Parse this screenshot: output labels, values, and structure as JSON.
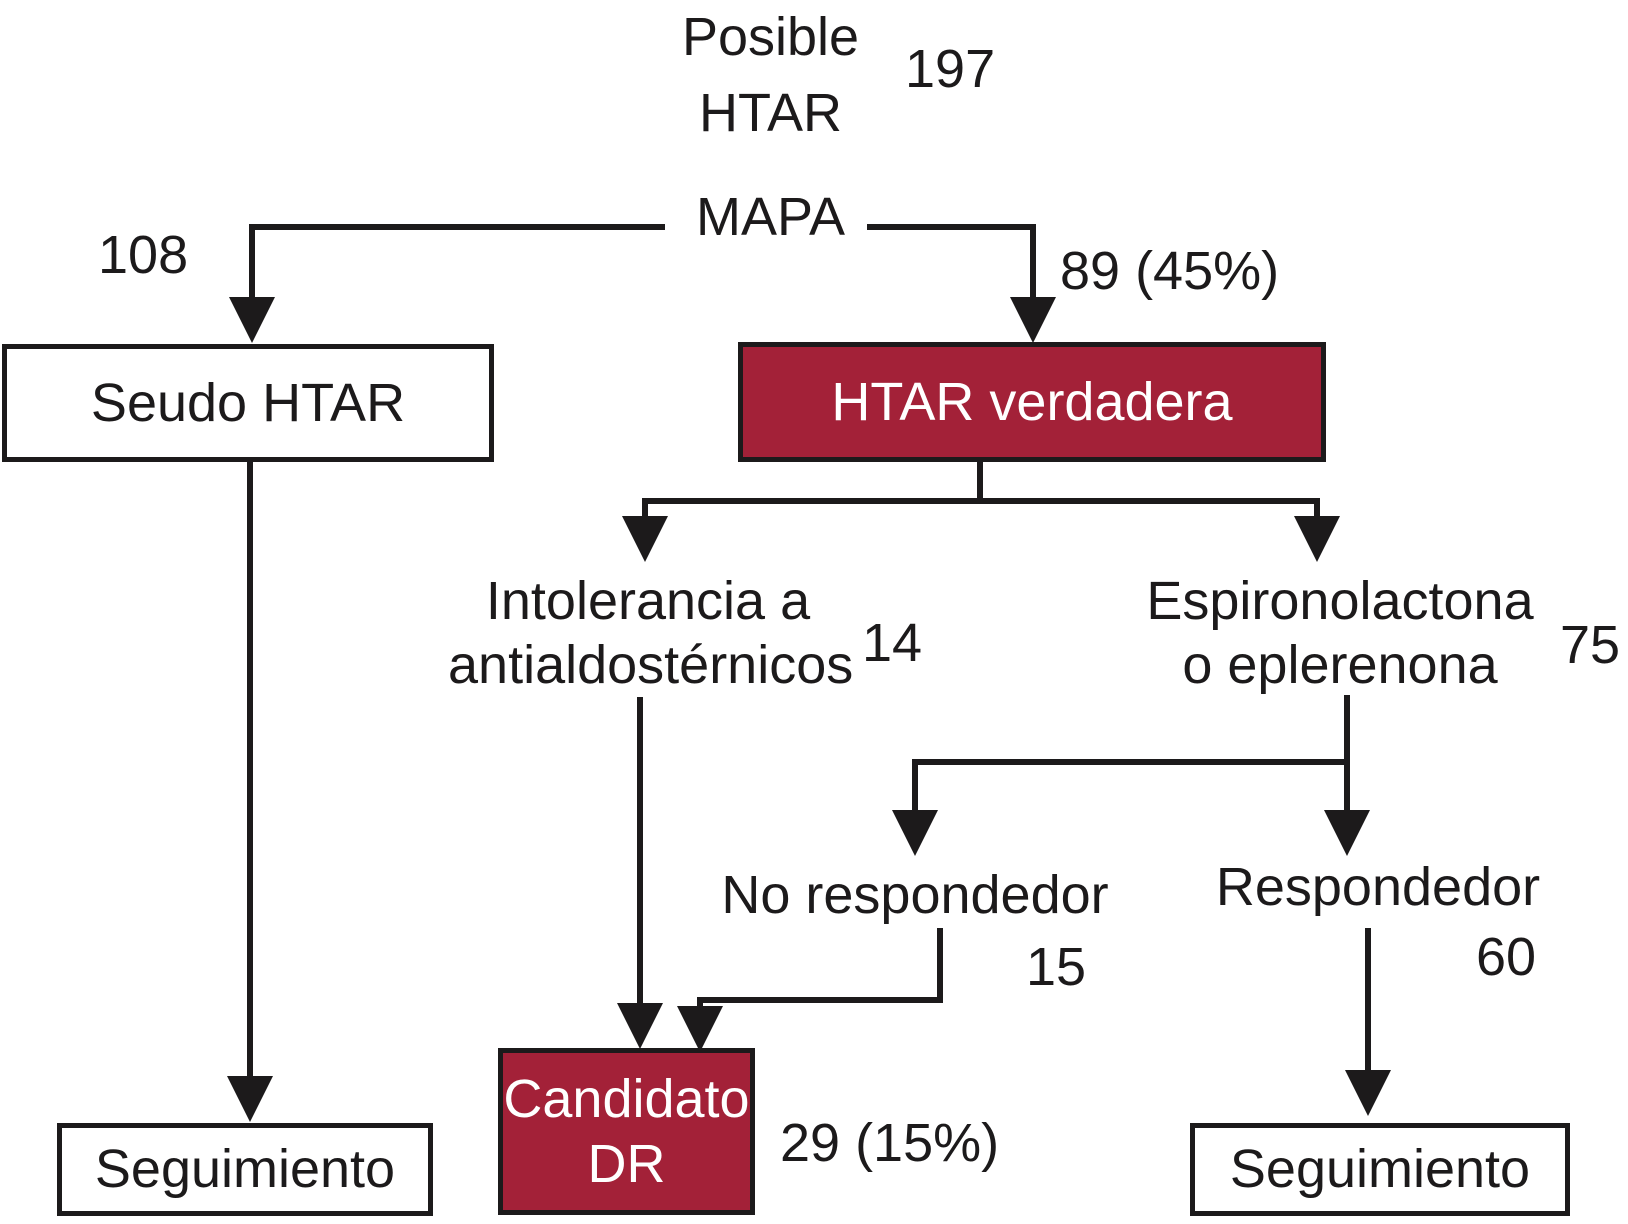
{
  "colors": {
    "accent": "#A32138",
    "line": "#1C1A1B",
    "text": "#1C1A1B",
    "background": "#FFFFFF",
    "box_text": "#FFFFFF"
  },
  "diagram": {
    "title": {
      "label": "Posible\nHTAR",
      "count": "197"
    },
    "nodes": {
      "mapa": {
        "label": "MAPA"
      },
      "seudo_htar": {
        "label": "Seudo HTAR",
        "count": "108"
      },
      "htar_verdadera": {
        "label": "HTAR verdadera",
        "count": "89 (45%)"
      },
      "intolerancia": {
        "label": "Intolerancia a\nantialdostérnicos",
        "count": "14"
      },
      "espironolactona": {
        "label": "Espironolactona\no eplerenona",
        "count": "75"
      },
      "no_respondedor": {
        "label": "No respondedor",
        "count": "15"
      },
      "respondedor": {
        "label": "Respondedor",
        "count": "60"
      },
      "candidato_dr": {
        "label": "Candidato\nDR",
        "count": "29 (15%)"
      },
      "seguimiento_izq": {
        "label": "Seguimiento"
      },
      "seguimiento_der": {
        "label": "Seguimiento"
      }
    }
  }
}
